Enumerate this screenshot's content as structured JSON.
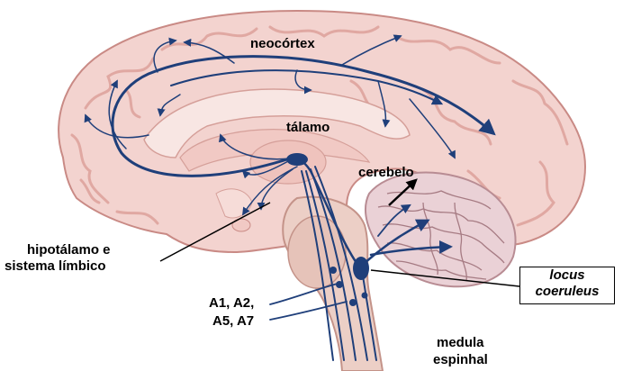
{
  "labels": {
    "neocortex": "neocórtex",
    "thalamus": "tálamo",
    "cerebellum": "cerebelo",
    "hypothalamus_line1": "hipotálamo e",
    "hypothalamus_line2": "sistema límbico",
    "a_groups_line1": "A1, A2,",
    "a_groups_line2": "A5, A7",
    "locus_line1": "locus",
    "locus_line2": "coeruleus",
    "spinal_line1": "medula",
    "spinal_line2": "espinhal"
  },
  "colors": {
    "pathway": "#1f3f7a",
    "brain_fill": "#f3d3cf",
    "gyri": "#e0a8a2",
    "inner": "#f8e6e3",
    "brainstem": "#eccfc6",
    "cerebellum_fill": "#ead1d6",
    "pointer": "#000000"
  }
}
